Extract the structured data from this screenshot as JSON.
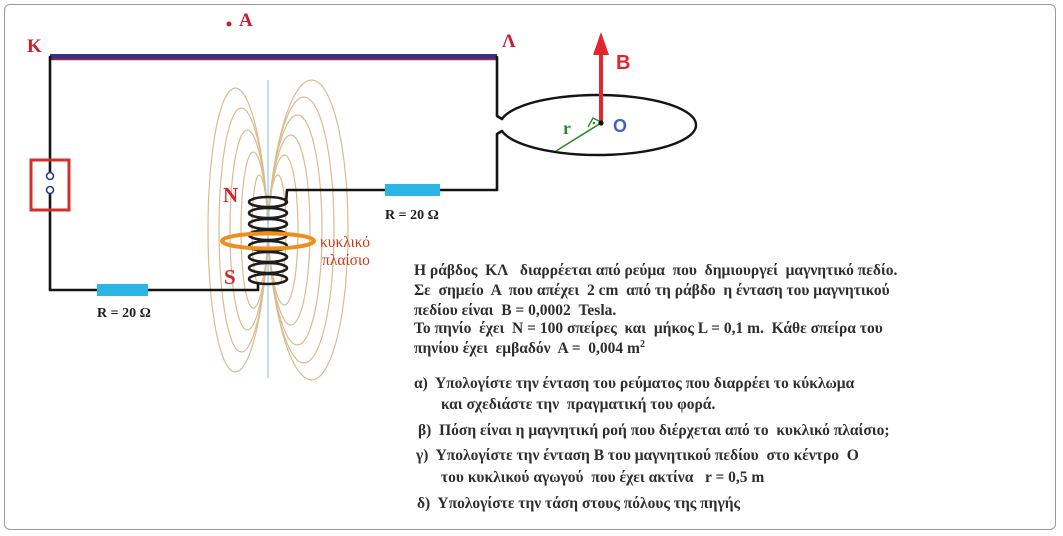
{
  "labels": {
    "rod_start": "Κ",
    "rod_end": "Λ",
    "point_a": "Α",
    "field_vector": "B",
    "center": "O",
    "radius": "r",
    "north_pole": "N",
    "south_pole": "S"
  },
  "resistors": [
    {
      "label": "R = 20 Ω"
    },
    {
      "label": "R = 20 Ω"
    }
  ],
  "frame_label": [
    "κυκλικό",
    "πλαίσιο"
  ],
  "problem": {
    "statement": [
      "Η ράβδος  ΚΛ   διαρρέεται από ρεύμα  που  δημιουργεί  μαγνητικό πεδίο.",
      "Σε  σημείο  Α  που απέχει  2 cm  από τη ράβδο  η ένταση του μαγνητικού",
      "πεδίου είναι  Β = 0,0002  Tesla.",
      "Το πηνίο  έχει  Ν = 100 σπείρες  και  μήκος L = 0,1 m.  Κάθε σπείρα του",
      "πηνίου έχει  εμβαδόν  Α =  0,004 m"
    ],
    "area_exponent": "2",
    "questions": [
      {
        "lines": [
          "α)  Υπολογίστε την ένταση του ρεύματος που διαρρέει το κύκλωμα",
          "και σχεδιάστε την  πραγματική του φορά."
        ]
      },
      {
        "lines": [
          "β)  Πόση είναι η μαγνητική ροή που διέρχεται από το  κυκλικό πλαίσιο;"
        ]
      },
      {
        "lines": [
          "γ)  Υπολογίστε την ένταση Β του μαγνητικού πεδίου  στο κέντρο  Ο",
          "του κυκλικού αγωγού  που έχει ακτίνα   r = 0,5 m"
        ]
      },
      {
        "lines": [
          "δ)  Υπολογίστε την τάση στους πόλους της πηγής"
        ]
      }
    ]
  },
  "colors": {
    "rod": "#3a2f86",
    "rod_edge": "#b0233a",
    "labels_red": "#c4202e",
    "poles": "#d3242a",
    "vector": "#e3262b",
    "resistor": "#2bb4e6",
    "frame_ring": "#ec8f1c",
    "frame_label": "#cc3a12",
    "center_label": "#3d63c9",
    "radius": "#2a8a2a",
    "field_lines": "#d9bc8f",
    "axis": "#8fcbe6",
    "wire": "#141414",
    "source": "#d32f2f",
    "text": "#2e2e2e"
  }
}
